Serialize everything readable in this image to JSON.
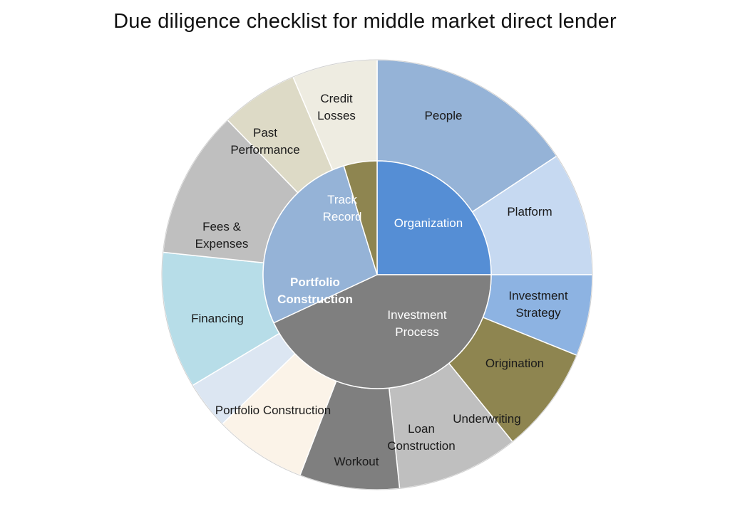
{
  "title": "Due diligence checklist for middle market direct lender",
  "inner": [
    {
      "key": "organization",
      "lines": [
        "Organization"
      ],
      "color": "#558ed5",
      "text_color": "#ffffff",
      "bold": false
    },
    {
      "key": "investment-process",
      "lines": [
        "Investment",
        "Process"
      ],
      "color": "#7f7f7f",
      "text_color": "#ffffff",
      "bold": false
    },
    {
      "key": "portfolio-construction",
      "lines": [
        "Portfolio",
        "Construction"
      ],
      "color": "#95b3d7",
      "text_color": "#ffffff",
      "bold": true
    },
    {
      "key": "track-record",
      "lines": [
        "Track",
        "Record"
      ],
      "color": "#8e8550",
      "text_color": "#ffffff",
      "bold": false
    }
  ],
  "outer": [
    {
      "key": "people",
      "lines": [
        "People"
      ],
      "color": "#95b3d7"
    },
    {
      "key": "platform",
      "lines": [
        "Platform"
      ],
      "color": "#c6d9f1"
    },
    {
      "key": "investment-strategy",
      "lines": [
        "Investment",
        "Strategy"
      ],
      "color": "#8db3e2"
    },
    {
      "key": "origination",
      "lines": [
        "Origination"
      ],
      "color": "#8e8550"
    },
    {
      "key": "underwriting",
      "lines": [
        "Underwriting"
      ],
      "color": "#bfbfbf"
    },
    {
      "key": "loan-construction",
      "lines": [
        "Loan",
        "Construction"
      ],
      "color": "#7f7f7f"
    },
    {
      "key": "workout",
      "lines": [
        "Workout"
      ],
      "color": "#fbf3e8"
    },
    {
      "key": "portfolio-construction-outer",
      "lines": [
        "Portfolio Construction"
      ],
      "color": "#dce6f2"
    },
    {
      "key": "financing",
      "lines": [
        "Financing"
      ],
      "color": "#b7dde8"
    },
    {
      "key": "fees-expenses",
      "lines": [
        "Fees &",
        "Expenses"
      ],
      "color": "#bfbfbf"
    },
    {
      "key": "past-performance",
      "lines": [
        "Past",
        "Performance"
      ],
      "color": "#dddac6"
    },
    {
      "key": "credit-losses",
      "lines": [
        "Credit",
        "Losses"
      ],
      "color": "#eeece1"
    }
  ]
}
